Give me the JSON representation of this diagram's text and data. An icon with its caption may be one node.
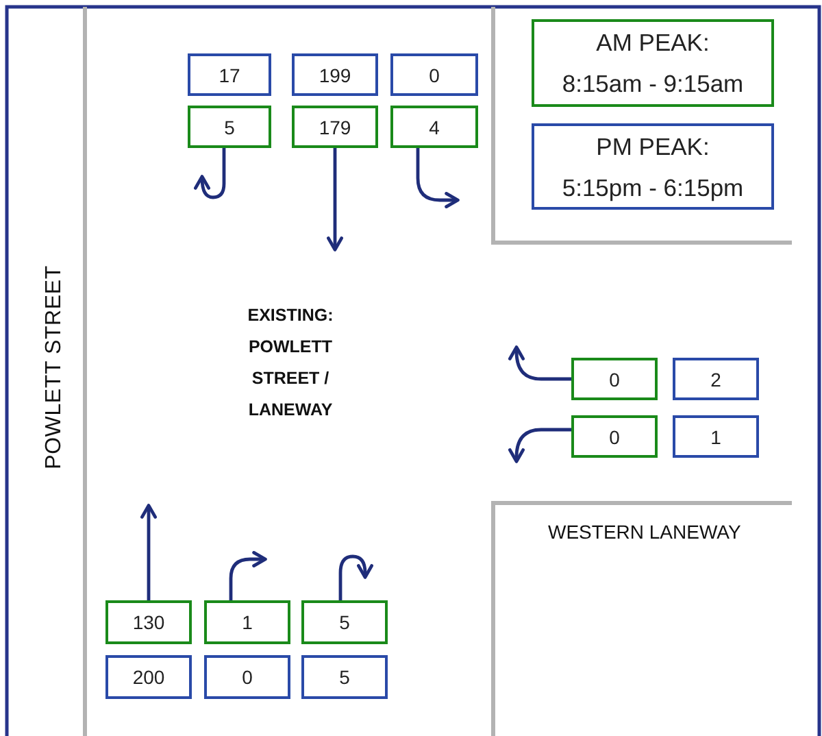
{
  "diagram": {
    "nodes": [
      {
        "text": [
          "AM PEAK:",
          "8:15am - 9:15am"
        ]
      },
      {
        "text": [
          "17"
        ]
      },
      {
        "text": [
          "199"
        ]
      },
      {
        "text": [
          "0"
        ]
      },
      {
        "text": [
          "5"
        ]
      },
      {
        "text": [
          "179"
        ]
      },
      {
        "text": [
          "4"
        ]
      },
      {
        "text": [
          "PM PEAK:",
          "5:15pm - 6:15pm"
        ]
      },
      {
        "text": [
          "0"
        ]
      },
      {
        "text": [
          "2"
        ]
      },
      {
        "text": [
          "0"
        ]
      },
      {
        "text": [
          "1"
        ]
      },
      {
        "text": [
          "130"
        ]
      },
      {
        "text": [
          "1"
        ]
      },
      {
        "text": [
          "5"
        ]
      },
      {
        "text": [
          "200"
        ]
      },
      {
        "text": [
          "0"
        ]
      },
      {
        "text": [
          "5"
        ]
      }
    ],
    "edges": [
      {
        "from": 4,
        "to": null,
        "arrow": "to"
      },
      {
        "from": 5,
        "to": null,
        "arrow": "to"
      },
      {
        "from": 6,
        "to": null,
        "arrow": "to"
      },
      {
        "from": 8,
        "to": null,
        "arrow": "to"
      },
      {
        "from": 10,
        "to": null,
        "arrow": "to"
      },
      {
        "from": 12,
        "to": null,
        "arrow": "to"
      },
      {
        "from": 13,
        "to": null,
        "arrow": "to"
      },
      {
        "from": 14,
        "to": null,
        "arrow": "to"
      }
    ],
    "labels": [
      "POWLETT STREET",
      "EXISTING: POWLETT STREET / LANEWAY",
      "WESTERN LANEWAY"
    ]
  }
}
